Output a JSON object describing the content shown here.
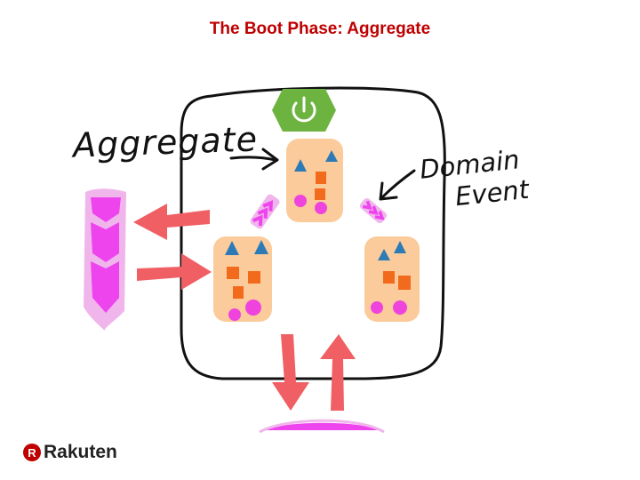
{
  "slide": {
    "title": "The Boot Phase: Aggregate"
  },
  "labels": {
    "aggregate": "Aggregate",
    "domain": "Domain",
    "event": "Event"
  },
  "brand": {
    "mark": "R",
    "name": "Rakuten"
  },
  "icons": {
    "top": "power-icon",
    "aggregates": "aggregate-icon",
    "events": "domain-event-icon",
    "event_store": "event-store-icon"
  },
  "colors": {
    "title": "#bf0000",
    "aggregate_fill": "#fbcb9b",
    "triangle": "#2c7bb6",
    "square": "#f26b1d",
    "circle": "#ee44dd",
    "arrow": "#ef5f63",
    "event_fill": "#ee44ee",
    "event_halo": "#f0b6ec",
    "power_badge": "#6db33f"
  }
}
